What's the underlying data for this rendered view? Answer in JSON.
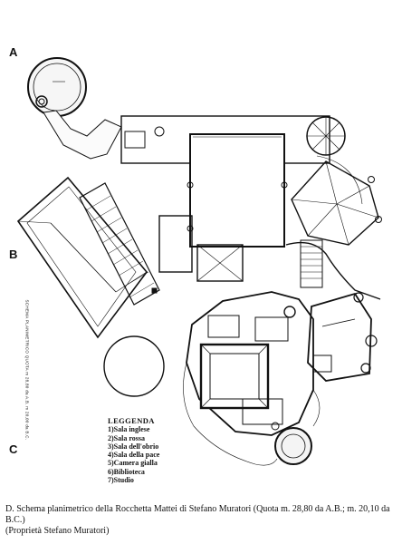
{
  "side_letters": [
    "A",
    "B",
    "C"
  ],
  "vertical_text": "SCHEMA PLANIMETRICO QUOTA m 28,80 da A.B. m 20,00 da B.C.",
  "legend": {
    "title": "LEGGENDA",
    "items": [
      "1)Sala inglese",
      "2)Sala rossa",
      "3)Sala dell'obrio",
      "4)Sala della pace",
      "5)Camera gialla",
      "6)Biblioteca",
      "7)Studio"
    ]
  },
  "caption": {
    "line1": "D. Schema planimetrico della Rocchetta Mattei di Stefano Muratori (Quota m. 28,80 da A.B.; m. 20,10 da B.C.)",
    "line2": "(Proprietà Stefano Muratori)"
  }
}
